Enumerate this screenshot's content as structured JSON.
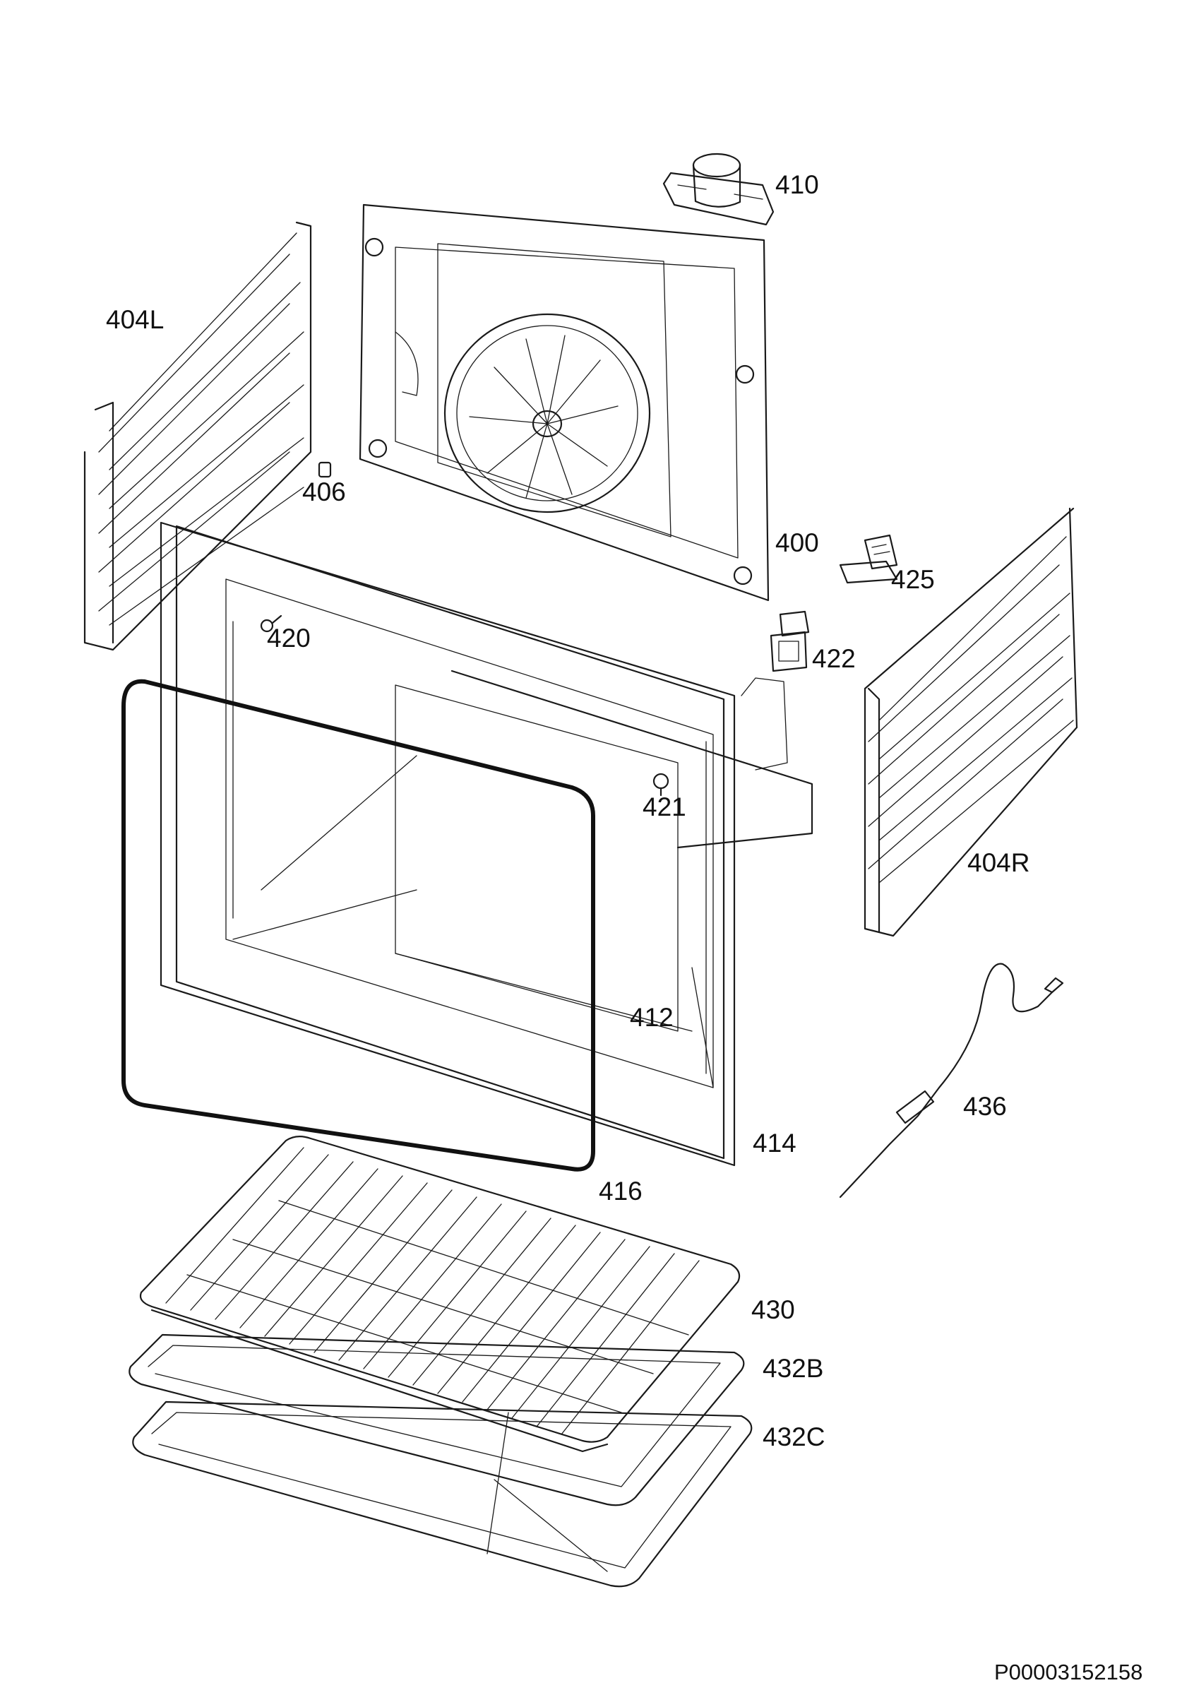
{
  "parts": [
    {
      "id": "410",
      "label": "410"
    },
    {
      "id": "404L",
      "label": "404L"
    },
    {
      "id": "406",
      "label": "406"
    },
    {
      "id": "400",
      "label": "400"
    },
    {
      "id": "425",
      "label": "425"
    },
    {
      "id": "420",
      "label": "420"
    },
    {
      "id": "422",
      "label": "422"
    },
    {
      "id": "421",
      "label": "421"
    },
    {
      "id": "404R",
      "label": "404R"
    },
    {
      "id": "412",
      "label": "412"
    },
    {
      "id": "436",
      "label": "436"
    },
    {
      "id": "414",
      "label": "414"
    },
    {
      "id": "416",
      "label": "416"
    },
    {
      "id": "430",
      "label": "430"
    },
    {
      "id": "432B",
      "label": "432B"
    },
    {
      "id": "432C",
      "label": "432C"
    }
  ],
  "document_code": "P00003152158"
}
